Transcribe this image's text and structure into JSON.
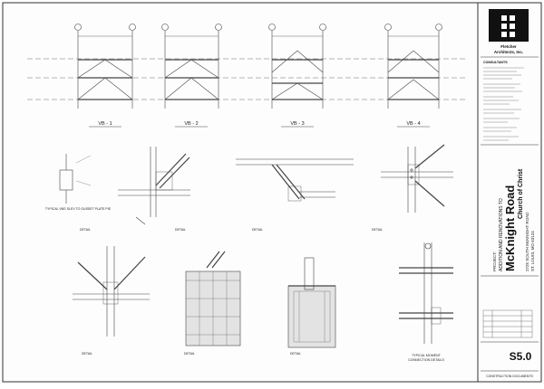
{
  "firm": {
    "logo_name": "grid-logo",
    "name_line1": "Fletcher",
    "name_line2": "Architects, Inc.",
    "consultants_label": "CONSULTANTS"
  },
  "project": {
    "label": "PROJECT:",
    "title": "ADDITION AND RENOVATIONS TO",
    "name_main": "McKnight Road",
    "name_sub": "Church of Christ",
    "address_line1": "2725 SOUTH McKNIGHT ROAD",
    "address_line2": "ST. LOUIS, MO 63124"
  },
  "sheet": {
    "number": "S5.0",
    "status": "CONSTRUCTION DOCUMENTS"
  },
  "elevations": [
    {
      "label": "VB - 1"
    },
    {
      "label": "VB - 2"
    },
    {
      "label": "VB - 3"
    },
    {
      "label": "VB - 4"
    }
  ],
  "details": [
    {
      "caption": "TYPICAL VBG SLEV TO GUSSET PLATE PIE"
    },
    {
      "caption": "DETAIL"
    },
    {
      "caption": "DETAIL"
    },
    {
      "caption": "DETAIL"
    },
    {
      "caption": "DETAIL"
    },
    {
      "caption": "DETAIL"
    },
    {
      "caption": "DETAIL"
    },
    {
      "caption": "DETAIL"
    },
    {
      "caption_line1": "TYPICAL MOMENT",
      "caption_line2": "CONNECTION DETAILS"
    }
  ]
}
